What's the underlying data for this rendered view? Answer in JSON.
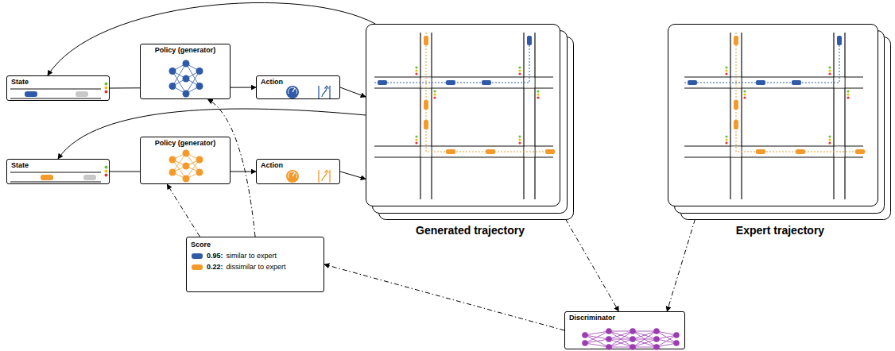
{
  "diagram": {
    "nodes": [
      {
        "text": [
          "Policy (generator)"
        ]
      },
      {
        "text": [
          "State"
        ]
      },
      {
        "text": [
          "Action"
        ]
      },
      {
        "text": [
          "Generated trajectory"
        ]
      },
      {
        "text": [
          "Expert trajectory"
        ]
      },
      {
        "text": [
          "Policy (generator)"
        ]
      },
      {
        "text": [
          "State"
        ]
      },
      {
        "text": [
          "Action"
        ]
      },
      {
        "text": [
          "Score",
          "0.95:",
          "similar to expert",
          "0.22:",
          "dissimilar to expert"
        ]
      },
      {
        "text": [
          "Discriminator"
        ]
      }
    ],
    "edges": [
      {
        "from": 1,
        "to": 2,
        "arrow": "to"
      },
      {
        "from": 2,
        "to": 3,
        "arrow": "to"
      },
      {
        "from": 3,
        "to": 1,
        "arrow": "to"
      },
      {
        "from": 3,
        "to": 6,
        "arrow": "to"
      },
      {
        "from": 7,
        "to": 3,
        "arrow": "to"
      },
      {
        "from": 6,
        "to": 7,
        "arrow": "to"
      },
      {
        "from": 3,
        "to": 9,
        "arrow": "to"
      },
      {
        "from": 4,
        "to": 9,
        "arrow": "to"
      },
      {
        "from": 9,
        "to": 8,
        "arrow": "to"
      },
      {
        "from": 8,
        "to": 0,
        "arrow": "to"
      },
      {
        "from": 8,
        "to": 5,
        "arrow": "to"
      }
    ]
  }
}
